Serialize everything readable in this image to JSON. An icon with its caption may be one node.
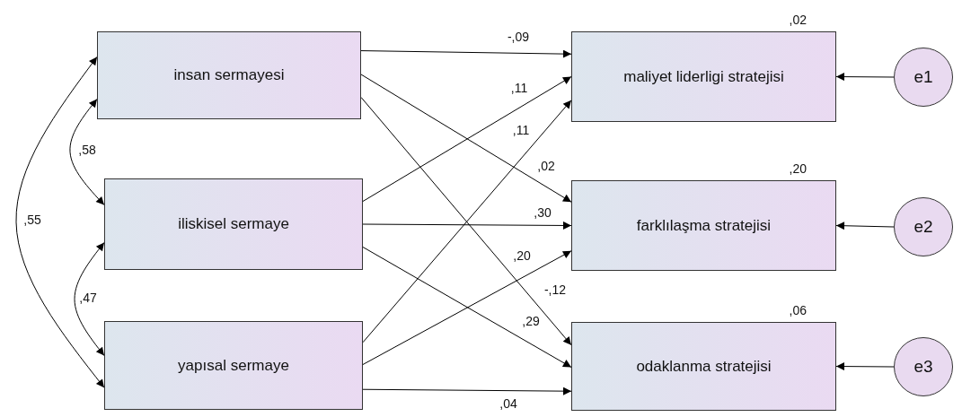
{
  "diagram": {
    "nodes": [
      {
        "text": [
          "insan sermayesi"
        ]
      },
      {
        "text": [
          "iliskisel sermaye"
        ]
      },
      {
        "text": [
          "yapısal sermaye"
        ]
      },
      {
        "text": [
          "maliyet liderligi stratejisi"
        ],
        "beside": [
          ",02"
        ]
      },
      {
        "text": [
          "farklılaşma stratejisi"
        ],
        "beside": [
          ",20"
        ]
      },
      {
        "text": [
          "odaklanma stratejisi"
        ],
        "beside": [
          ",06"
        ]
      },
      {
        "text": [
          "e1"
        ]
      },
      {
        "text": [
          "e2"
        ]
      },
      {
        "text": [
          "e3"
        ]
      }
    ],
    "edges": [
      {
        "from": 0,
        "to": 3,
        "arrow": "to",
        "label": "-,09"
      },
      {
        "from": 0,
        "to": 4,
        "arrow": "to",
        "label": ",02"
      },
      {
        "from": 0,
        "to": 5,
        "arrow": "to",
        "label": "-,12"
      },
      {
        "from": 1,
        "to": 3,
        "arrow": "to",
        "label": ",11"
      },
      {
        "from": 1,
        "to": 4,
        "arrow": "to",
        "label": ",30"
      },
      {
        "from": 1,
        "to": 5,
        "arrow": "to",
        "label": ",29"
      },
      {
        "from": 2,
        "to": 3,
        "arrow": "to",
        "label": ",11"
      },
      {
        "from": 2,
        "to": 4,
        "arrow": "to",
        "label": ",20"
      },
      {
        "from": 2,
        "to": 5,
        "arrow": "to",
        "label": ",04"
      },
      {
        "from": 6,
        "to": 3,
        "arrow": "to"
      },
      {
        "from": 7,
        "to": 4,
        "arrow": "to"
      },
      {
        "from": 8,
        "to": 5,
        "arrow": "to"
      },
      {
        "from": 0,
        "to": 1,
        "arrow": "both",
        "label": ",58"
      },
      {
        "from": 1,
        "to": 2,
        "arrow": "both",
        "label": ",47"
      },
      {
        "from": 0,
        "to": 2,
        "arrow": "both",
        "label": ",55"
      }
    ]
  }
}
